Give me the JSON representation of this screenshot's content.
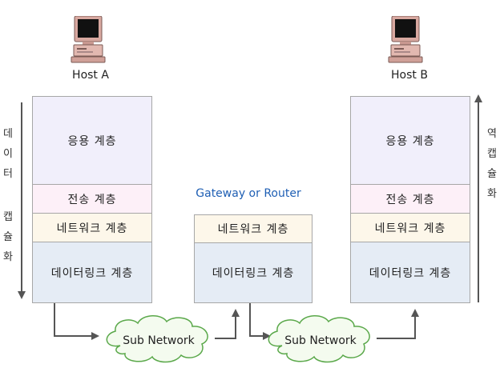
{
  "host_a": {
    "label": "Host A",
    "layers": {
      "application": "응용 계층",
      "transport": "전송 계층",
      "network": "네트워크 계층",
      "datalink": "데이터링크 계층"
    }
  },
  "host_b": {
    "label": "Host B",
    "layers": {
      "application": "응용 계층",
      "transport": "전송 계층",
      "network": "네트워크 계층",
      "datalink": "데이터링크 계층"
    }
  },
  "gateway": {
    "label": "Gateway or Router",
    "layers": {
      "network": "네트워크 계층",
      "datalink": "데이터링크 계층"
    }
  },
  "left_caption": [
    "데",
    "이",
    "터",
    "캡",
    "슐",
    "화"
  ],
  "right_caption": [
    "역",
    "캡",
    "슐",
    "화"
  ],
  "subnet_1": "Sub Network",
  "subnet_2": "Sub Network",
  "colors": {
    "application": "#f1effb",
    "transport": "#fdf0f8",
    "network": "#fdf7ea",
    "datalink": "#e5ecf5",
    "gateway_label": "#1f5fb4",
    "arrow": "#555555"
  }
}
